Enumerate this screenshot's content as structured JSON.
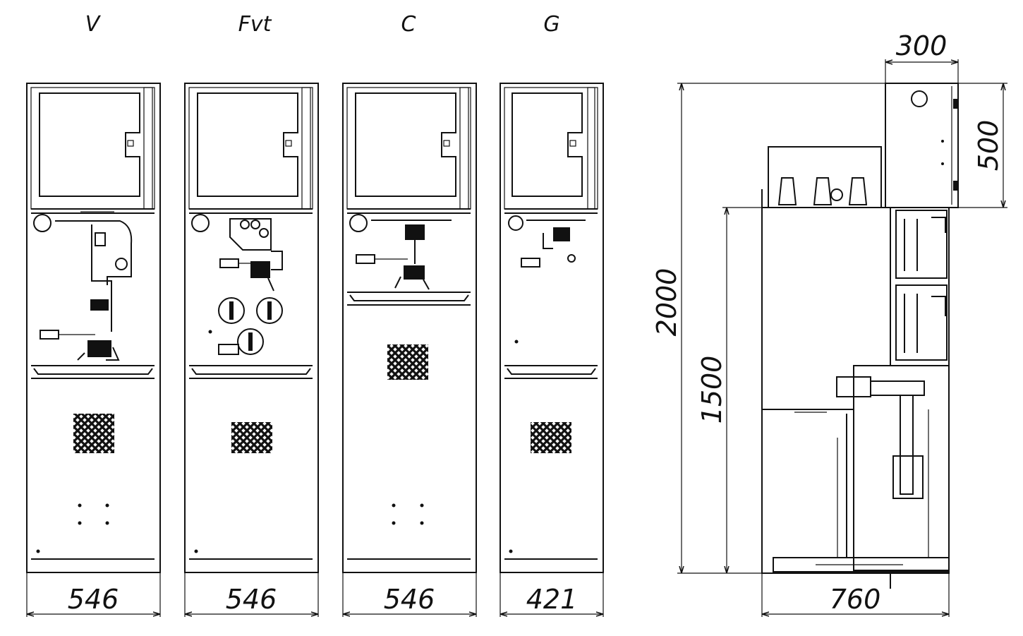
{
  "panels": [
    {
      "id": "v",
      "code": "V",
      "width_dim": "546"
    },
    {
      "id": "fvt",
      "code": "Fvt",
      "width_dim": "546"
    },
    {
      "id": "c",
      "code": "C",
      "width_dim": "546"
    },
    {
      "id": "g",
      "code": "G",
      "width_dim": "421"
    }
  ],
  "side_view": {
    "dim_top_width": "300",
    "dim_top_height": "500",
    "dim_total_height": "2000",
    "dim_lower_height": "1500",
    "dim_depth": "760"
  }
}
